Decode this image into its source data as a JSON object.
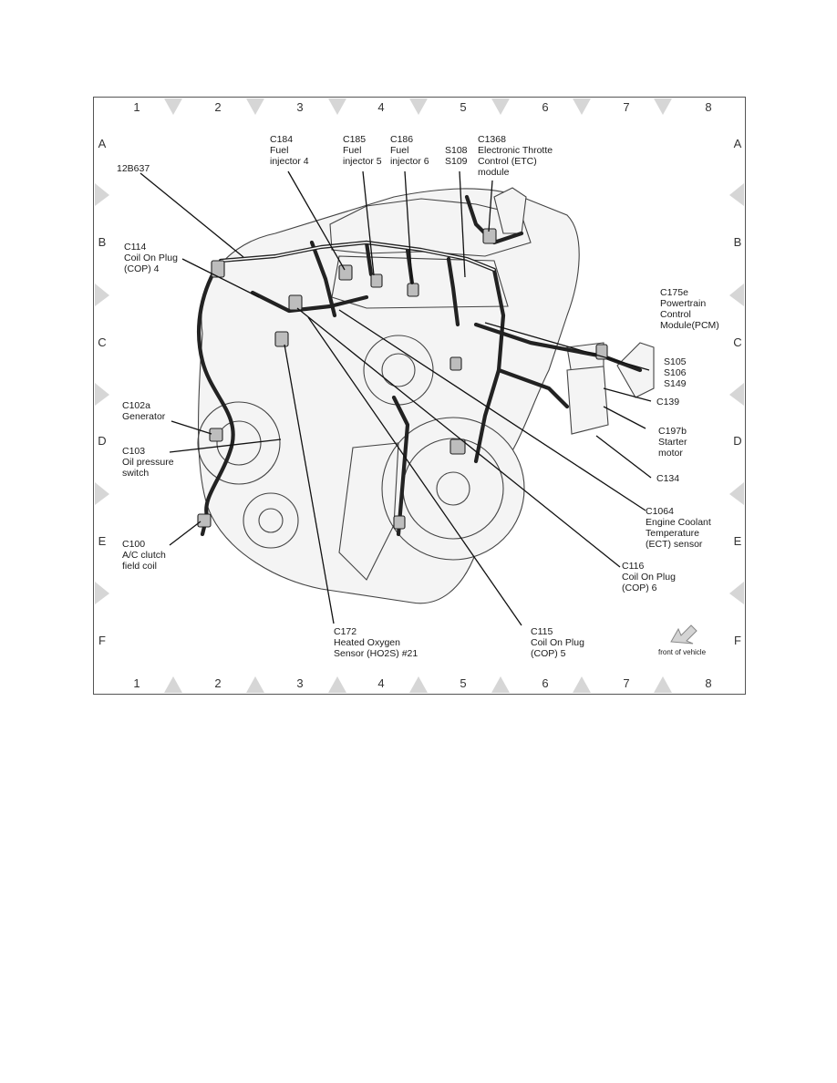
{
  "grid": {
    "columns": [
      "1",
      "2",
      "3",
      "4",
      "5",
      "6",
      "7",
      "8"
    ],
    "rows": [
      "A",
      "B",
      "C",
      "D",
      "E",
      "F"
    ]
  },
  "labels": [
    {
      "id": "12b637",
      "lines": [
        "12B637"
      ]
    },
    {
      "id": "c184",
      "lines": [
        "C184",
        "Fuel",
        "injector 4"
      ]
    },
    {
      "id": "c185",
      "lines": [
        "C185",
        "Fuel",
        "injector 5"
      ]
    },
    {
      "id": "c186",
      "lines": [
        "C186",
        "Fuel",
        "injector 6"
      ]
    },
    {
      "id": "s108",
      "lines": [
        "S108",
        "S109"
      ]
    },
    {
      "id": "c1368",
      "lines": [
        "C1368",
        "Electronic Throtte",
        "Control (ETC)",
        "module"
      ]
    },
    {
      "id": "c114",
      "lines": [
        "C114",
        "Coil On Plug",
        "(COP) 4"
      ]
    },
    {
      "id": "c175e",
      "lines": [
        "C175e",
        "Powertrain",
        "Control",
        "Module(PCM)"
      ]
    },
    {
      "id": "s105",
      "lines": [
        "S105",
        "S106",
        "S149"
      ]
    },
    {
      "id": "c139",
      "lines": [
        "C139"
      ]
    },
    {
      "id": "c102a",
      "lines": [
        "C102a",
        "Generator"
      ]
    },
    {
      "id": "c197b",
      "lines": [
        "C197b",
        "Starter",
        "motor"
      ]
    },
    {
      "id": "c103",
      "lines": [
        "C103",
        "Oil pressure",
        "switch"
      ]
    },
    {
      "id": "c134",
      "lines": [
        "C134"
      ]
    },
    {
      "id": "c1064",
      "lines": [
        "C1064",
        "Engine Coolant",
        "Temperature",
        "(ECT) sensor"
      ]
    },
    {
      "id": "c100",
      "lines": [
        "C100",
        "A/C clutch",
        "field coil"
      ]
    },
    {
      "id": "c116",
      "lines": [
        "C116",
        "Coil On Plug",
        "(COP) 6"
      ]
    },
    {
      "id": "c172",
      "lines": [
        "C172",
        "Heated Oxygen",
        "Sensor (HO2S) #21"
      ]
    },
    {
      "id": "c115",
      "lines": [
        "C115",
        "Coil On Plug",
        "(COP) 5"
      ]
    }
  ],
  "front_of_vehicle": "front of vehicle",
  "colors": {
    "line": "#111111",
    "grid_markers": "#d6d6d6",
    "frame": "#555555"
  }
}
